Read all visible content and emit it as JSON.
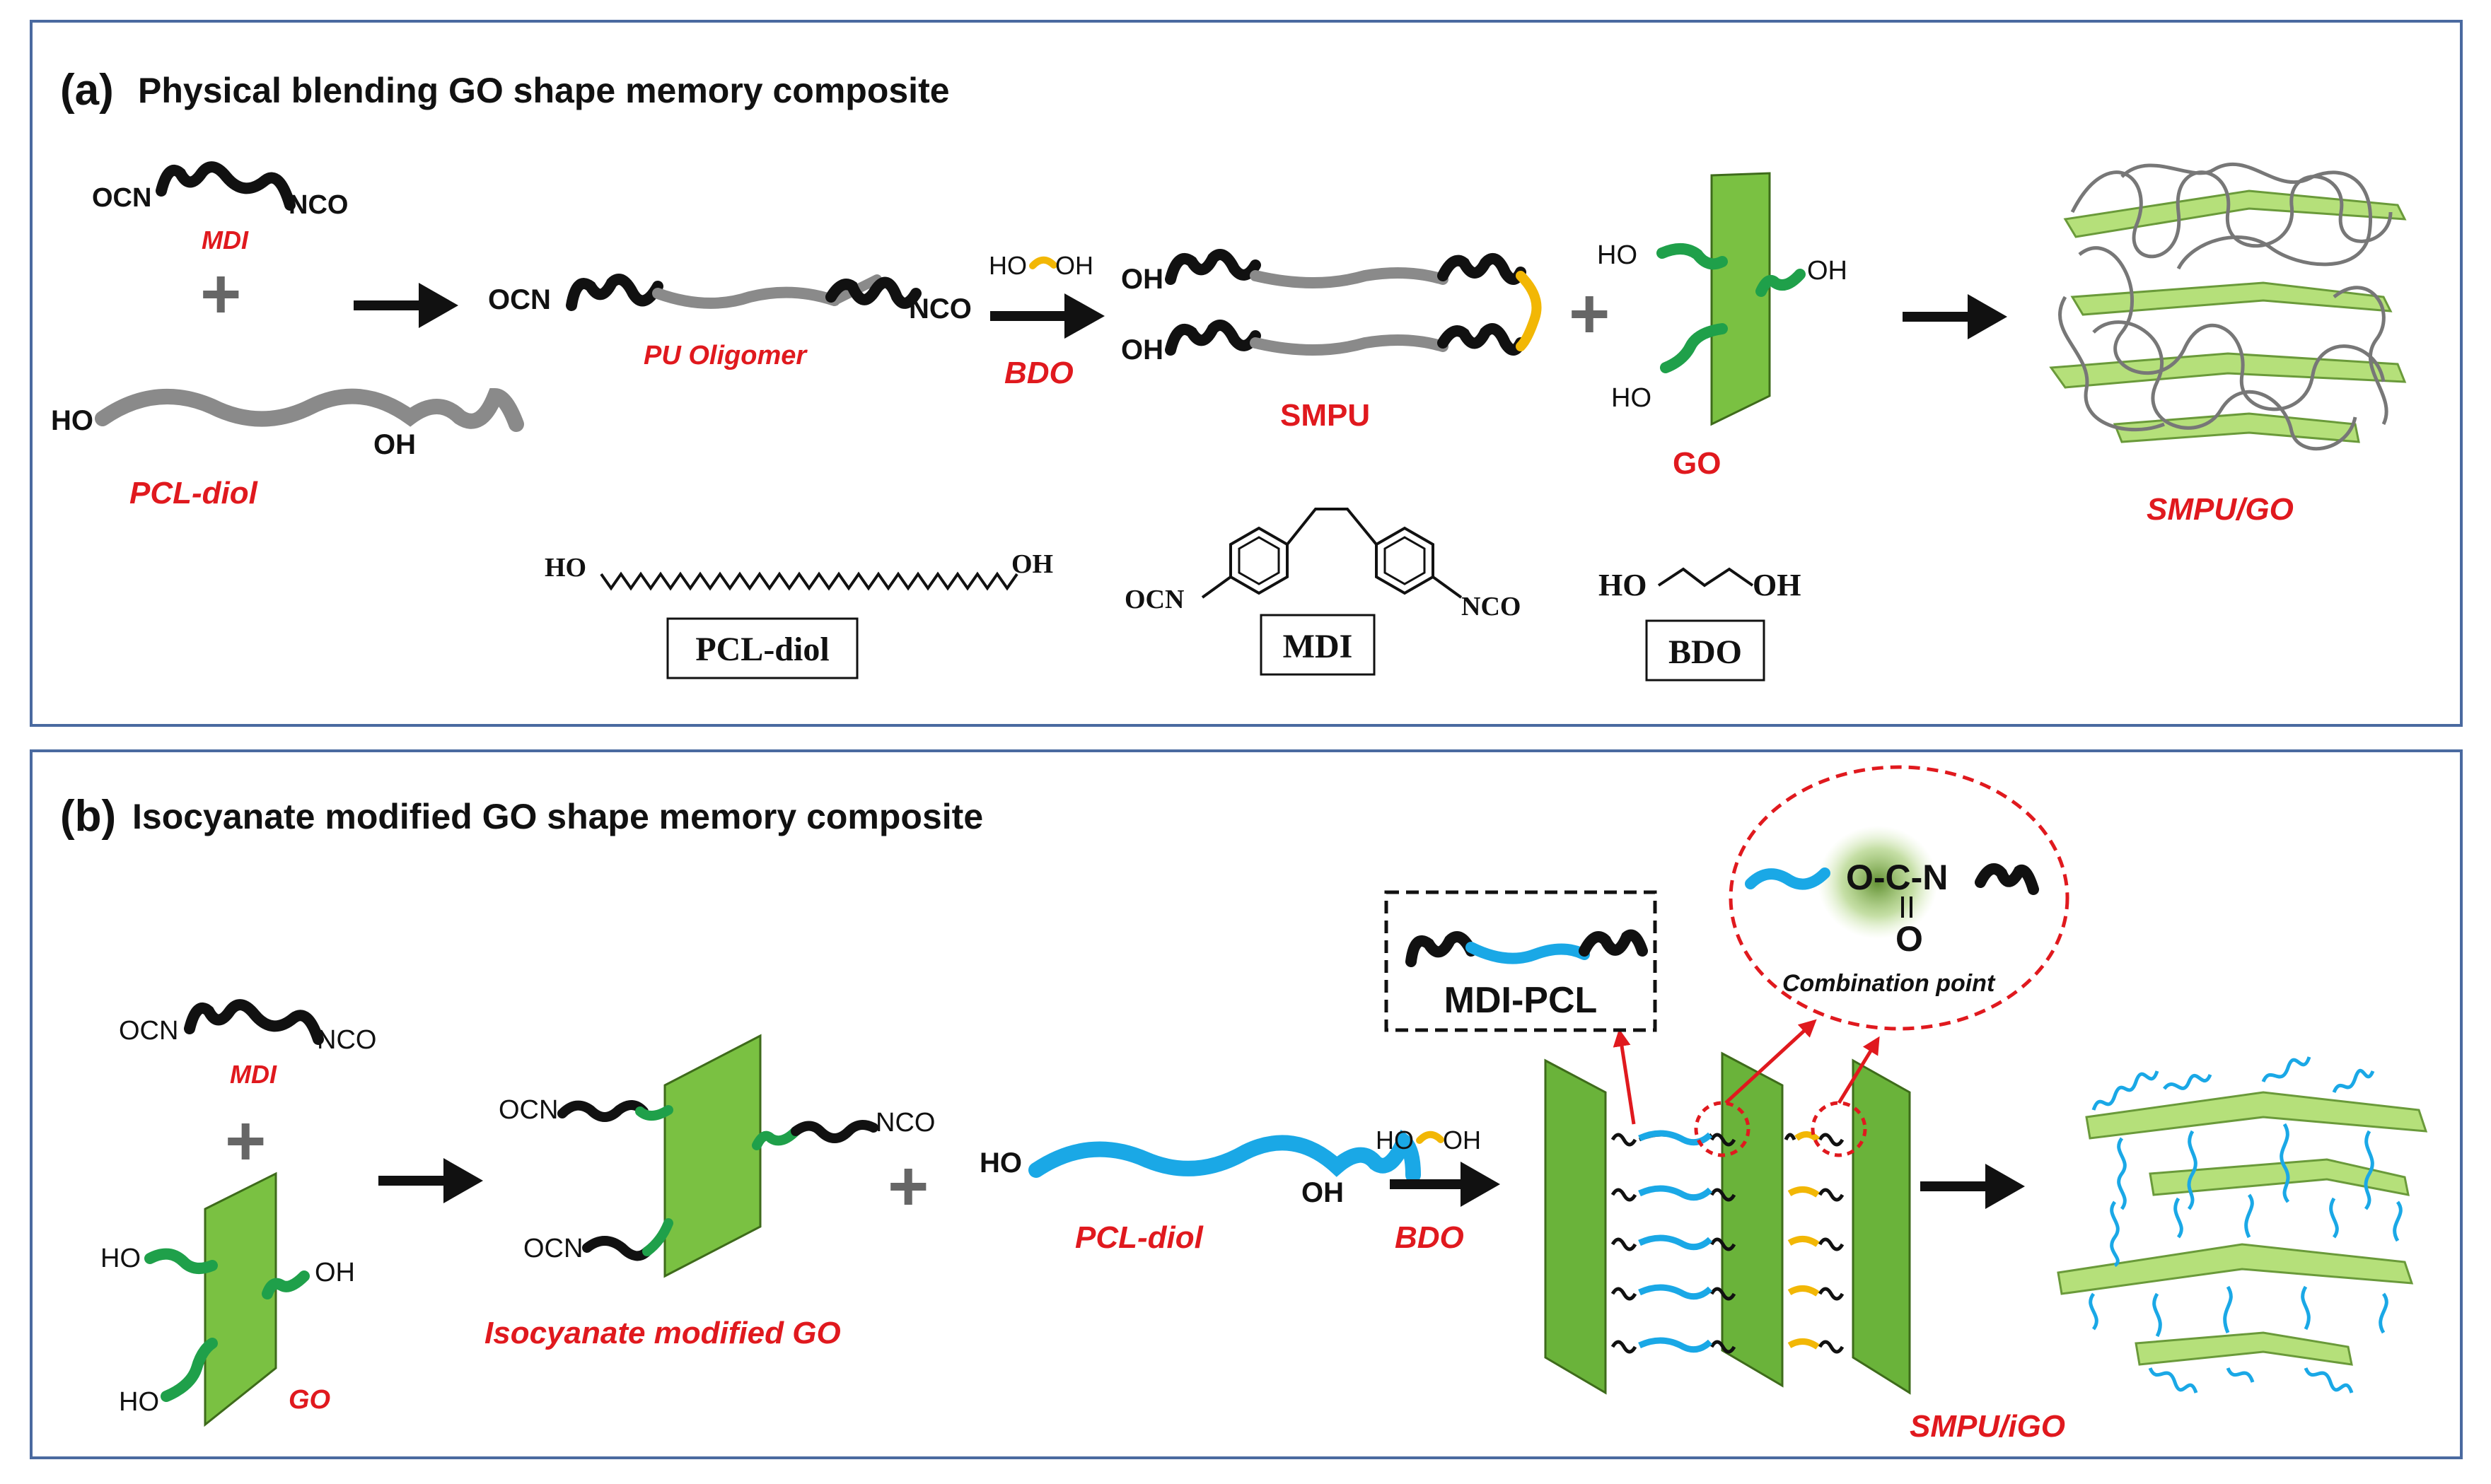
{
  "panel_a": {
    "tag": "(a)",
    "title": "Physical blending GO shape memory composite",
    "mdi_left": "OCN",
    "mdi_right": "NCO",
    "mdi_name": "MDI",
    "plus": "+",
    "pcl_ho": "HO",
    "pcl_oh": "OH",
    "pcl_name": "PCL-diol",
    "olig_left": "OCN",
    "olig_right": "NCO",
    "olig_name": "PU Oligomer",
    "bdo_ho": "HO",
    "bdo_oh": "OH",
    "bdo_name": "BDO",
    "smpu_oh1": "OH",
    "smpu_oh2": "OH",
    "smpu_name": "SMPU",
    "go_ho1": "HO",
    "go_oh": "OH",
    "go_ho2": "HO",
    "go_name": "GO",
    "composite_name": "SMPU/GO",
    "struct_pcl_ho": "HO",
    "struct_pcl_oh": "OH",
    "struct_pcl_box": "PCL-diol",
    "struct_mdi_ocn": "OCN",
    "struct_mdi_nco": "NCO",
    "struct_mdi_box": "MDI",
    "struct_bdo_ho": "HO",
    "struct_bdo_oh": "OH",
    "struct_bdo_box": "BDO"
  },
  "panel_b": {
    "tag": "(b)",
    "title": "Isocyanate modified GO shape memory composite",
    "mdi_left": "OCN",
    "mdi_right": "NCO",
    "mdi_name": "MDI",
    "plus1": "+",
    "go_ho1": "HO",
    "go_oh": "OH",
    "go_ho2": "HO",
    "go_name": "GO",
    "igo_ocn1": "OCN",
    "igo_nco": "NCO",
    "igo_ocn2": "OCN",
    "igo_name": "Isocyanate  modified GO",
    "plus2": "+",
    "pcl_ho": "HO",
    "pcl_oh": "OH",
    "pcl_name": "PCL-diol",
    "bdo_ho": "HO",
    "bdo_oh": "OH",
    "bdo_name": "BDO",
    "mdipcl_label": "MDI-PCL",
    "combo_formula": "O-C-N",
    "combo_o": "O",
    "combo_label": "Combination  point",
    "composite_name": "SMPU/iGO"
  },
  "colors": {
    "frame": "#4a6aa0",
    "red_label": "#e0191e",
    "black_chain": "#111111",
    "gray_chain": "#8a8a8a",
    "yellow_chain": "#f2b705",
    "green_chain": "#1fa04a",
    "cyan_chain": "#1aa8e6",
    "go_sheet": "#7ac142",
    "go_sheet_light": "#b5e07a"
  }
}
